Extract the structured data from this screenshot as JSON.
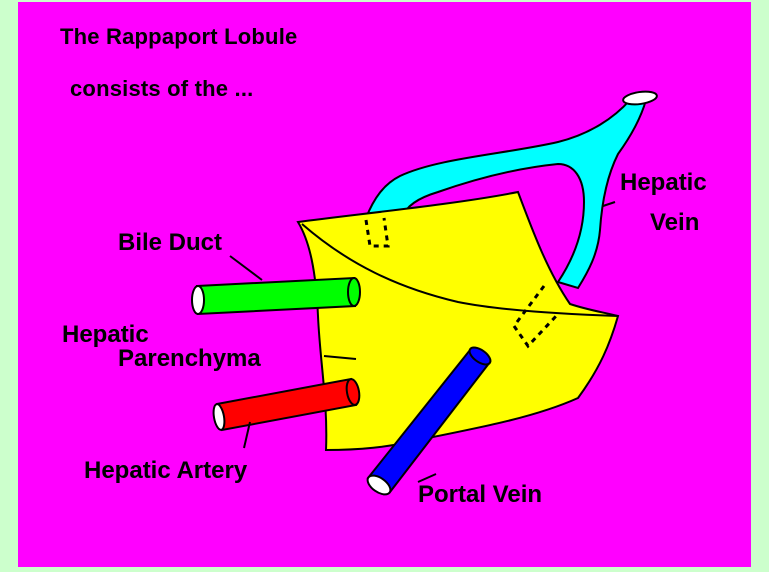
{
  "slide": {
    "title_line1": "The Rappaport Lobule",
    "title_line2": "consists of the ..."
  },
  "labels": {
    "hepatic_vein": [
      "Hepatic",
      "Vein"
    ],
    "bile_duct": "Bile Duct",
    "hepatic_parenchyma": [
      "Hepatic",
      "Parenchyma"
    ],
    "hepatic_artery": "Hepatic Artery",
    "portal_vein": "Portal Vein"
  },
  "colors": {
    "background": "#ccffcc",
    "slide": "#ff00ff",
    "parenchyma": "#ffff00",
    "hepatic_vein": "#00ffff",
    "bile_duct": "#00ff00",
    "hepatic_artery": "#ff0000",
    "portal_vein": "#0000ff"
  }
}
